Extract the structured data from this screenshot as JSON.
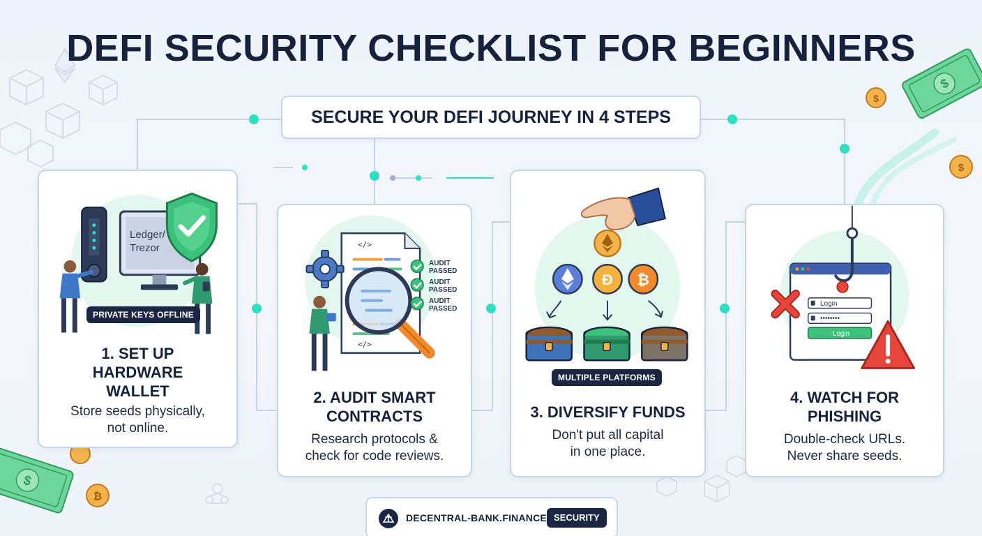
{
  "title": "DEFI SECURITY CHECKLIST FOR BEGINNERS",
  "subtitle": "SECURE YOUR DEFI JOURNEY IN 4 STEPS",
  "steps": [
    {
      "title": "1. SET UP\nHARDWARE\nWALLET",
      "description": "Store seeds physically,\nnot online.",
      "badge": "PRIVATE KEYS OFFLINE",
      "screen_label": "Ledger/\nTrezor"
    },
    {
      "title": "2. AUDIT SMART\nCONTRACTS",
      "description": "Research protocols &\ncheck for code reviews.",
      "audit_label": "AUDIT\nPASSED",
      "code_tag": "</>"
    },
    {
      "title": "3. DIVERSIFY FUNDS",
      "description": "Don't put all capital\nin one place.",
      "badge": "MULTIPLE PLATFORMS"
    },
    {
      "title": "4. WATCH FOR\nPHISHING",
      "description": "Double-check URLs.\nNever share seeds.",
      "login_field": "Login",
      "password_field": "••••••••",
      "login_button": "Login"
    }
  ],
  "footer": {
    "site": "DECENTRAL-BANK.FINANCE",
    "badge": "SECURITY"
  },
  "colors": {
    "navy": "#16213b",
    "accent_teal": "#2de0c4",
    "green": "#27b86a",
    "orange": "#f08a2c",
    "red": "#e5453b",
    "shield_green": "#3cc17c"
  },
  "icons": [
    "ethereum-icon",
    "dai-icon",
    "bitcoin-icon",
    "shield-check-icon",
    "magnifier-icon",
    "gear-icon",
    "fishing-hook-icon",
    "warning-icon",
    "cross-icon",
    "money-bill-icon",
    "coin-icon",
    "footer-logo-icon"
  ]
}
